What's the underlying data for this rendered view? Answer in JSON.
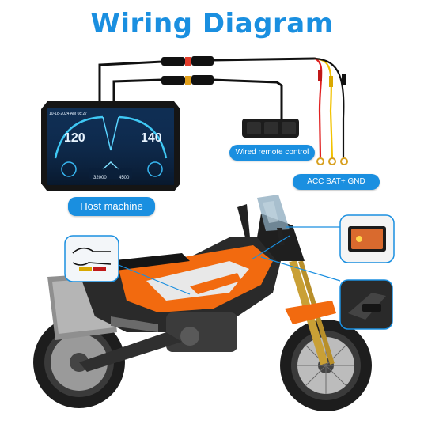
{
  "title": "Wiring Diagram",
  "labels": {
    "host_machine": "Host machine",
    "wired_remote": "Wired remote control",
    "power": "ACC BAT+ GND"
  },
  "screen": {
    "datetime": "10-18-2024 AM 08:27",
    "speed_left": "120",
    "speed_right": "140",
    "odo_left": "32000",
    "odo_right": "4500"
  },
  "colors": {
    "title": "#1a8fe0",
    "pill_bg": "#1a8fe0",
    "pill_text": "#ffffff",
    "wire_acc": "#f2c200",
    "wire_bat": "#e02020",
    "wire_gnd": "#111111",
    "bike_orange": "#f26a0f"
  }
}
